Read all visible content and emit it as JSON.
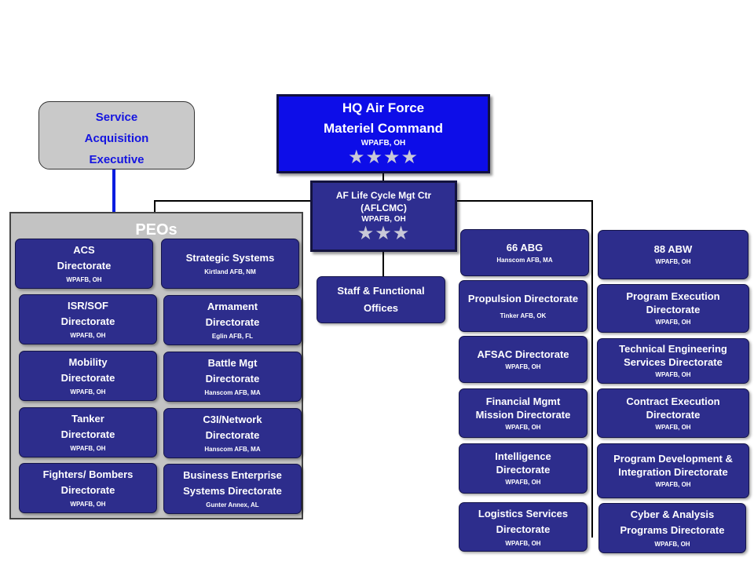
{
  "sae": {
    "label": "Service\nAcquisition\nExecutive"
  },
  "hq": {
    "title": "HQ  Air Force\nMateriel Command",
    "location": "WPAFB, OH",
    "stars": "★★★★"
  },
  "aflcmc": {
    "title": "AF Life Cycle Mgt Ctr\n(AFLCMC)",
    "location": "WPAFB, OH",
    "stars": "★★★"
  },
  "staff": {
    "label": "Staff & Functional\nOffices"
  },
  "peo_panel": {
    "title": "PEOs"
  },
  "peos_left": [
    {
      "title": "ACS\nDirectorate",
      "location": "WPAFB, OH"
    },
    {
      "title": "ISR/SOF\nDirectorate",
      "location": "WPAFB, OH"
    },
    {
      "title": "Mobility\nDirectorate",
      "location": "WPAFB, OH"
    },
    {
      "title": "Tanker\nDirectorate",
      "location": "WPAFB, OH"
    },
    {
      "title": "Fighters/ Bombers\nDirectorate",
      "location": "WPAFB, OH"
    }
  ],
  "peos_right": [
    {
      "title": "Strategic Systems",
      "location": "Kirtland  AFB, NM"
    },
    {
      "title": "Armament\nDirectorate",
      "location": "Eglin  AFB, FL"
    },
    {
      "title": "Battle Mgt\nDirectorate",
      "location": "Hanscom AFB, MA"
    },
    {
      "title": "C3I/Network\nDirectorate",
      "location": "Hanscom AFB, MA"
    },
    {
      "title": "Business Enterprise\nSystems Directorate",
      "location": "Gunter Annex, AL"
    }
  ],
  "dir_col1": [
    {
      "title": "66 ABG",
      "location": "Hanscom AFB, MA"
    },
    {
      "title": "Propulsion Directorate",
      "location": "Tinker  AFB, OK"
    },
    {
      "title": "AFSAC Directorate",
      "location": "WPAFB, OH"
    },
    {
      "title": "Financial Mgmt\nMission Directorate",
      "location": "WPAFB, OH"
    },
    {
      "title": "Intelligence\nDirectorate",
      "location": "WPAFB, OH"
    },
    {
      "title": "Logistics Services\nDirectorate",
      "location": "WPAFB, OH"
    }
  ],
  "dir_col2": [
    {
      "title": "88 ABW",
      "location": "WPAFB, OH"
    },
    {
      "title": "Program Execution\nDirectorate",
      "location": "WPAFB, OH"
    },
    {
      "title": "Technical Engineering\nServices Directorate",
      "location": "WPAFB, OH"
    },
    {
      "title": "Contract Execution\nDirectorate",
      "location": "WPAFB, OH"
    },
    {
      "title": "Program Development &\nIntegration  Directorate",
      "location": "WPAFB, OH"
    },
    {
      "title": "Cyber & Analysis\nPrograms Directorate",
      "location": "WPAFB, OH"
    }
  ]
}
